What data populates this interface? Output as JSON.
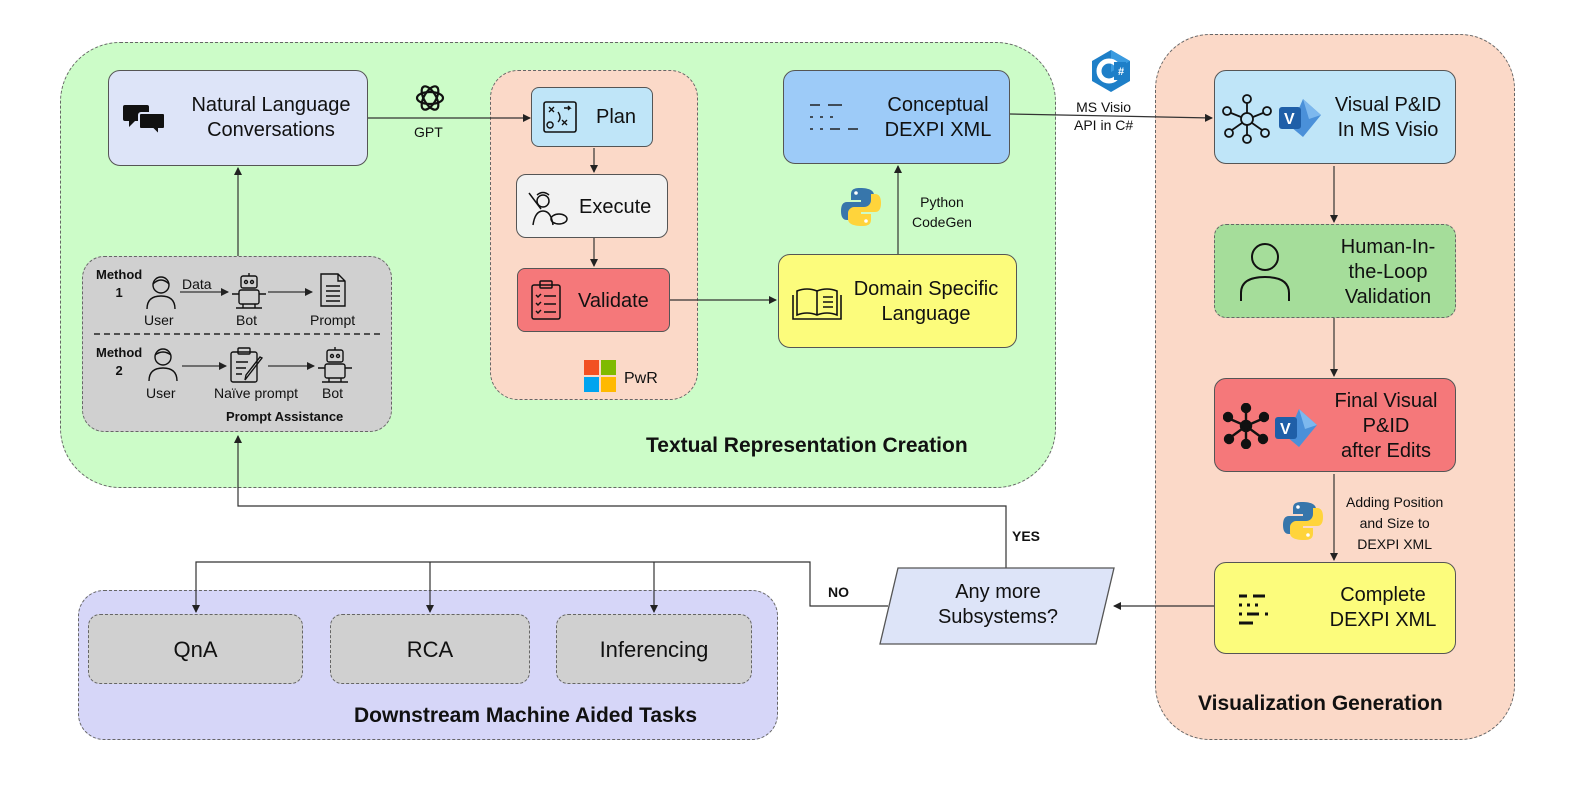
{
  "regions": {
    "textual": {
      "title": "Textual Representation Creation",
      "bg": "#ccfcc8"
    },
    "pwr": {
      "label": "PwR",
      "bg": "#fbd9c8"
    },
    "visualization": {
      "title": "Visualization Generation",
      "bg": "#fbd9c8"
    },
    "downstream": {
      "title": "Downstream Machine Aided Tasks",
      "bg": "#d6d6f8"
    }
  },
  "nodes": {
    "nlc": {
      "line1": "Natural Language",
      "line2": "Conversations",
      "color": "#dde4f8"
    },
    "plan": {
      "label": "Plan",
      "color": "#bfe5f8"
    },
    "execute": {
      "label": "Execute",
      "color": "#f2f2f2"
    },
    "validate": {
      "label": "Validate",
      "color": "#f5787a"
    },
    "dsl": {
      "line1": "Domain Specific",
      "line2": "Language",
      "color": "#fcfc7c"
    },
    "conceptual": {
      "line1": "Conceptual",
      "line2": "DEXPI XML",
      "color": "#9dcbf8"
    },
    "visual_pid": {
      "line1": "Visual P&ID",
      "line2": "In MS Visio",
      "color": "#bfe5f8"
    },
    "hitl": {
      "line1": "Human-In-",
      "line2": "the-Loop",
      "line3": "Validation",
      "color": "#a5dd9a"
    },
    "final": {
      "line1": "Final Visual",
      "line2": "P&ID",
      "line3": "after Edits",
      "color": "#f5787a"
    },
    "complete": {
      "line1": "Complete",
      "line2": "DEXPI XML",
      "color": "#fcfc7c"
    },
    "decision": {
      "line1": "Any more",
      "line2": "Subsystems?",
      "color": "#dde4f8"
    },
    "qna": {
      "label": "QnA"
    },
    "rca": {
      "label": "RCA"
    },
    "inferencing": {
      "label": "Inferencing"
    }
  },
  "prompt_assistance": {
    "title": "Prompt Assistance",
    "method1": {
      "label_line1": "Method",
      "label_line2": "1",
      "data": "Data",
      "user": "User",
      "bot": "Bot",
      "prompt": "Prompt"
    },
    "method2": {
      "label_line1": "Method",
      "label_line2": "2",
      "user": "User",
      "naive": "Naïve prompt",
      "bot": "Bot"
    }
  },
  "edge_labels": {
    "gpt": "GPT",
    "ms_visio_line1": "MS Visio",
    "ms_visio_line2": "API in C#",
    "python_codegen_line1": "Python",
    "python_codegen_line2": "CodeGen",
    "adding_line1": "Adding Position",
    "adding_line2": "and Size to",
    "adding_line3": "DEXPI XML",
    "yes": "YES",
    "no": "NO"
  },
  "icons": [
    "chat-bubbles-icon",
    "openai-logo-icon",
    "strategy-board-icon",
    "artist-icon",
    "clipboard-checklist-icon",
    "microsoft-logo-icon",
    "open-book-icon",
    "python-logo-icon",
    "csharp-logo-icon",
    "dexpi-xml-icon",
    "network-node-icon",
    "ms-visio-logo-icon",
    "person-outline-icon",
    "user-icon",
    "robot-icon",
    "document-icon",
    "pencil-note-icon"
  ]
}
